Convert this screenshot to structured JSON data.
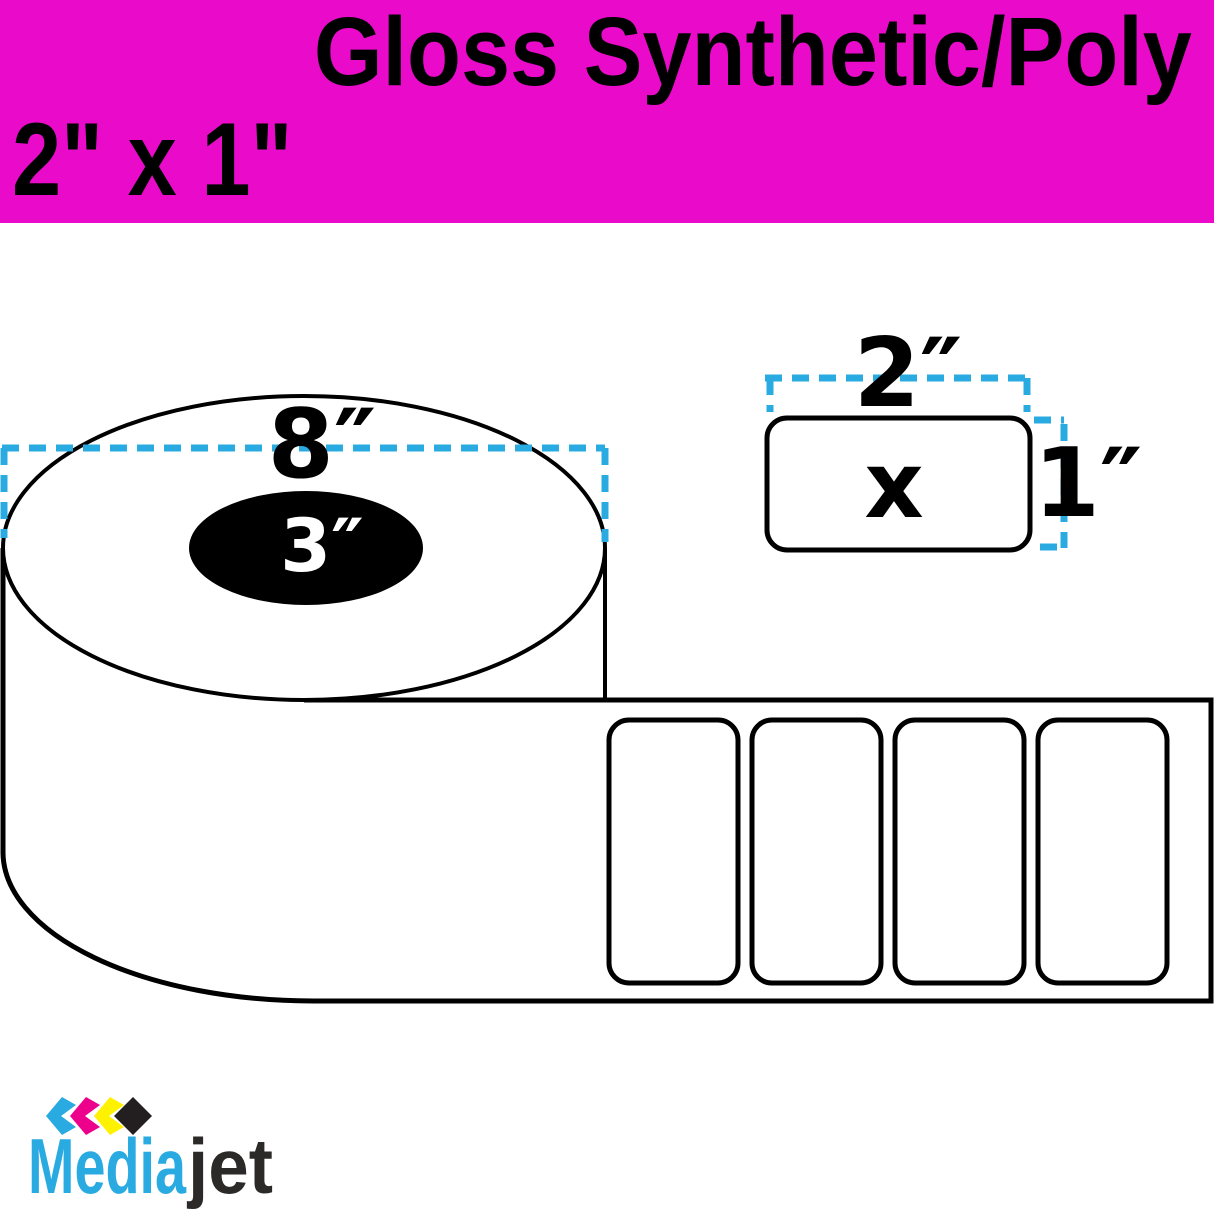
{
  "header": {
    "title": "Gloss Synthetic/Poly",
    "size_label": "2\" x 1\"",
    "background_color": "#E90BC9",
    "text_color": "#000000"
  },
  "diagram": {
    "roll_diameter_label": "8″",
    "core_diameter_label": "3″",
    "label_width_label": "2″",
    "label_height_label": "1″",
    "label_area_marker": "x",
    "labels_visible_on_web": 4,
    "dimension_line_color": "#29ABE2",
    "outline_color": "#000000",
    "core_fill_color": "#000000",
    "core_label_color": "#FFFFFF"
  },
  "logo": {
    "brand_part1": "Media",
    "brand_part2": "jet",
    "part1_color": "#29ABE2",
    "part2_color": "#2B2A29",
    "mark_colors": {
      "cyan": "#29ABE2",
      "magenta": "#EC008C",
      "yellow": "#FFF200",
      "black": "#231F20"
    }
  }
}
